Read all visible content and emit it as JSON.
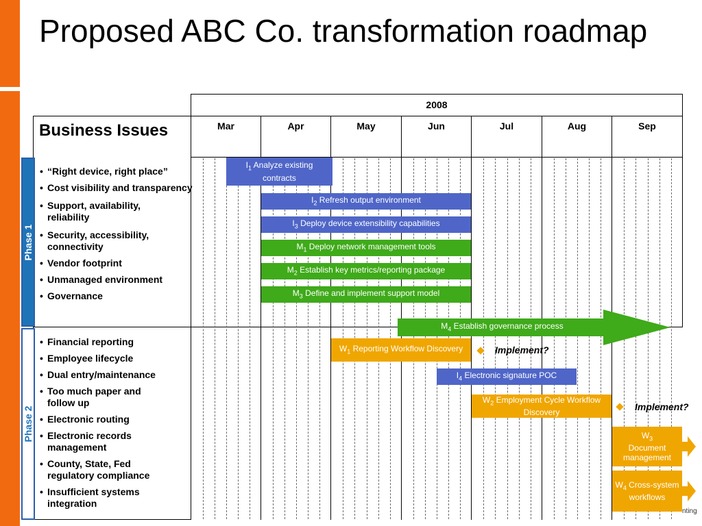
{
  "title": "Proposed ABC Co. transformation roadmap",
  "year": "2008",
  "issues_header": "Business Issues",
  "months": [
    "Mar",
    "Apr",
    "May",
    "Jun",
    "Jul",
    "Aug",
    "Sep"
  ],
  "phases": [
    "Phase 1",
    "Phase 2"
  ],
  "phase1_issues": [
    "“Right device, right place”",
    "Cost visibility and transparency",
    "Support, availability, reliability",
    "Security, accessibility, connectivity",
    "Vendor footprint",
    "Unmanaged environment",
    "Governance"
  ],
  "phase2_issues": [
    "Financial reporting",
    "Employee lifecycle",
    "Dual entry/maintenance",
    "Too much paper and follow up",
    "Electronic routing",
    "Electronic records management",
    "County, State, Fed regulatory compliance",
    "Insufficient systems integration"
  ],
  "tasks": {
    "i1": {
      "code": "I",
      "sub": "1",
      "label": "Analyze existing contracts"
    },
    "i2": {
      "code": "I",
      "sub": "2",
      "label": "Refresh output environment"
    },
    "i3": {
      "code": "I",
      "sub": "3",
      "label": "Deploy device extensibility capabilities"
    },
    "m1": {
      "code": "M",
      "sub": "1",
      "label": "Deploy network management tools"
    },
    "m2": {
      "code": "M",
      "sub": "2",
      "label": "Establish key metrics/reporting package"
    },
    "m3": {
      "code": "M",
      "sub": "3",
      "label": "Define and implement support model"
    },
    "m4": {
      "code": "M",
      "sub": "4",
      "label": "Establish governance process"
    },
    "w1": {
      "code": "W",
      "sub": "1",
      "label": "Reporting Workflow Discovery"
    },
    "i4": {
      "code": "I",
      "sub": "4",
      "label": "Electronic signature POC"
    },
    "w2": {
      "code": "W",
      "sub": "2",
      "label": "Employment Cycle Workflow Discovery"
    },
    "w3": {
      "code": "W",
      "sub": "3",
      "label": "Document management"
    },
    "w4": {
      "code": "W",
      "sub": "4",
      "label": "Cross-system workflows"
    }
  },
  "implement_label": "Implement?",
  "footer_fragment": "nting",
  "colors": {
    "accent": "#f26a10",
    "phase_border": "#2b5fa8",
    "blue": "#4f66c8",
    "green": "#3faa1a",
    "gold": "#f0a600"
  }
}
